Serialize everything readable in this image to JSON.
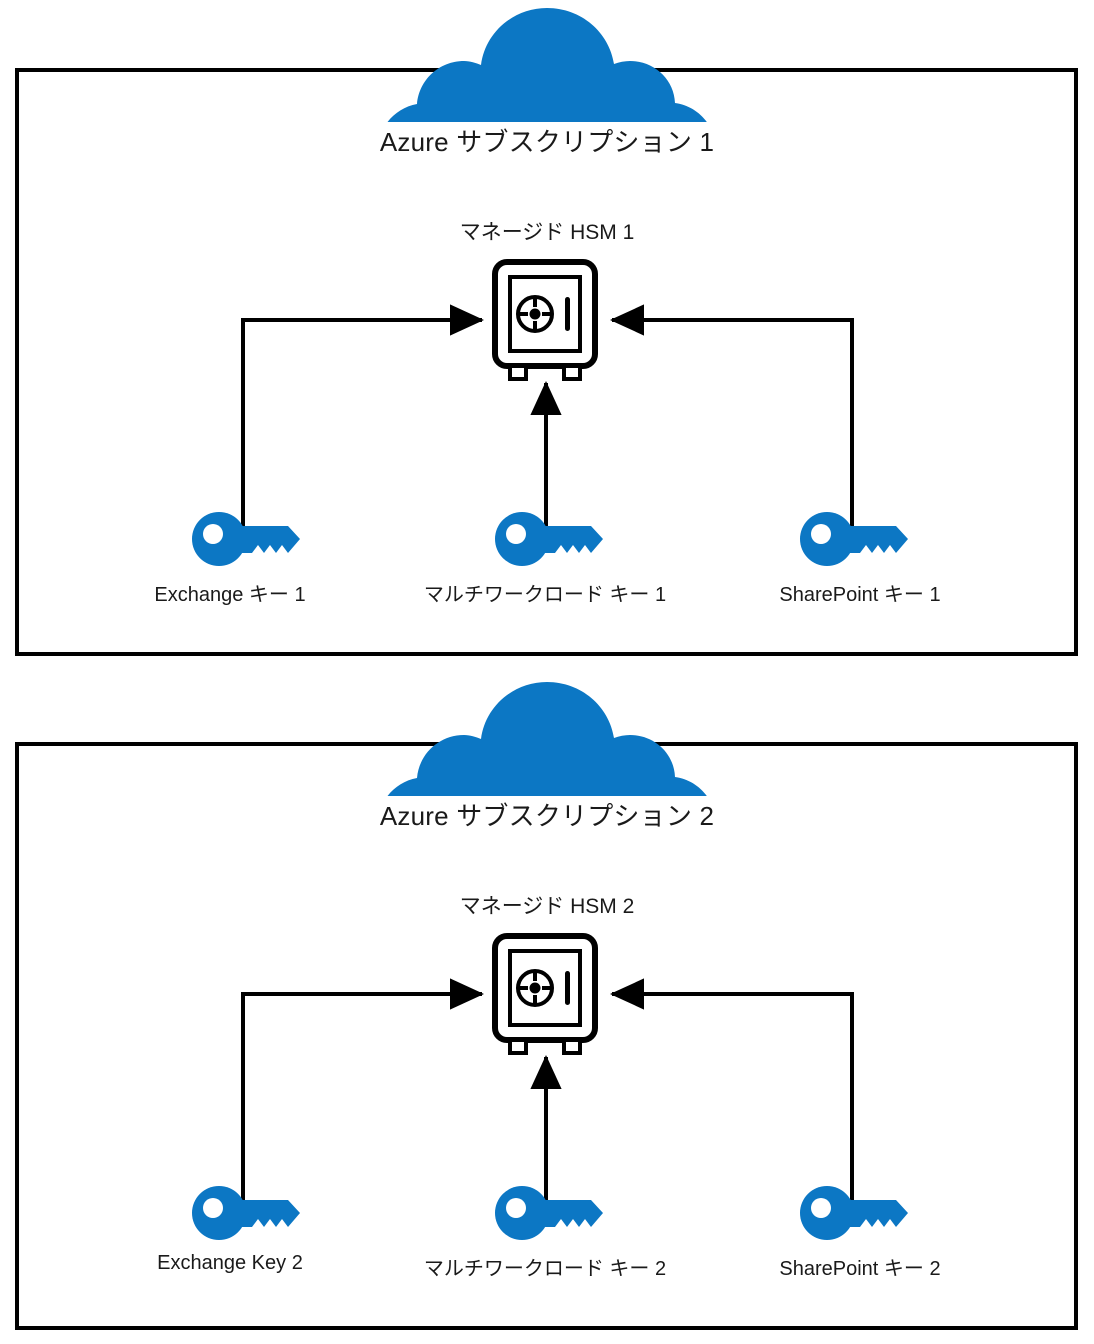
{
  "diagram": {
    "type": "architecture-diagram",
    "background": "#ffffff",
    "accent_color": "#0C77C4",
    "line_color": "#000000",
    "panels": [
      {
        "id": "subscription-1",
        "cloud_icon": "cloud-icon",
        "title": "Azure サブスクリプション 1",
        "hsm": {
          "icon": "safe-icon",
          "label": "マネージド HSM 1"
        },
        "keys": [
          {
            "icon": "key-icon",
            "label": "Exchange キー 1",
            "position": "left"
          },
          {
            "icon": "key-icon",
            "label": "マルチワークロード キー 1",
            "position": "center"
          },
          {
            "icon": "key-icon",
            "label": "SharePoint キー 1",
            "position": "right"
          }
        ],
        "connections": [
          {
            "from": "Exchange キー 1",
            "to": "マネージド HSM 1",
            "arrow": "right"
          },
          {
            "from": "マルチワークロード キー 1",
            "to": "マネージド HSM 1",
            "arrow": "up"
          },
          {
            "from": "SharePoint キー 1",
            "to": "マネージド HSM 1",
            "arrow": "left"
          }
        ]
      },
      {
        "id": "subscription-2",
        "cloud_icon": "cloud-icon",
        "title": "Azure サブスクリプション 2",
        "hsm": {
          "icon": "safe-icon",
          "label": "マネージド HSM 2"
        },
        "keys": [
          {
            "icon": "key-icon",
            "label": "Exchange Key 2",
            "position": "left"
          },
          {
            "icon": "key-icon",
            "label": "マルチワークロード キー 2",
            "position": "center"
          },
          {
            "icon": "key-icon",
            "label": "SharePoint キー 2",
            "position": "right"
          }
        ],
        "connections": [
          {
            "from": "Exchange Key 2",
            "to": "マネージド HSM 2",
            "arrow": "right"
          },
          {
            "from": "マルチワークロード キー 2",
            "to": "マネージド HSM 2",
            "arrow": "up"
          },
          {
            "from": "SharePoint キー 2",
            "to": "マネージド HSM 2",
            "arrow": "left"
          }
        ]
      }
    ]
  }
}
